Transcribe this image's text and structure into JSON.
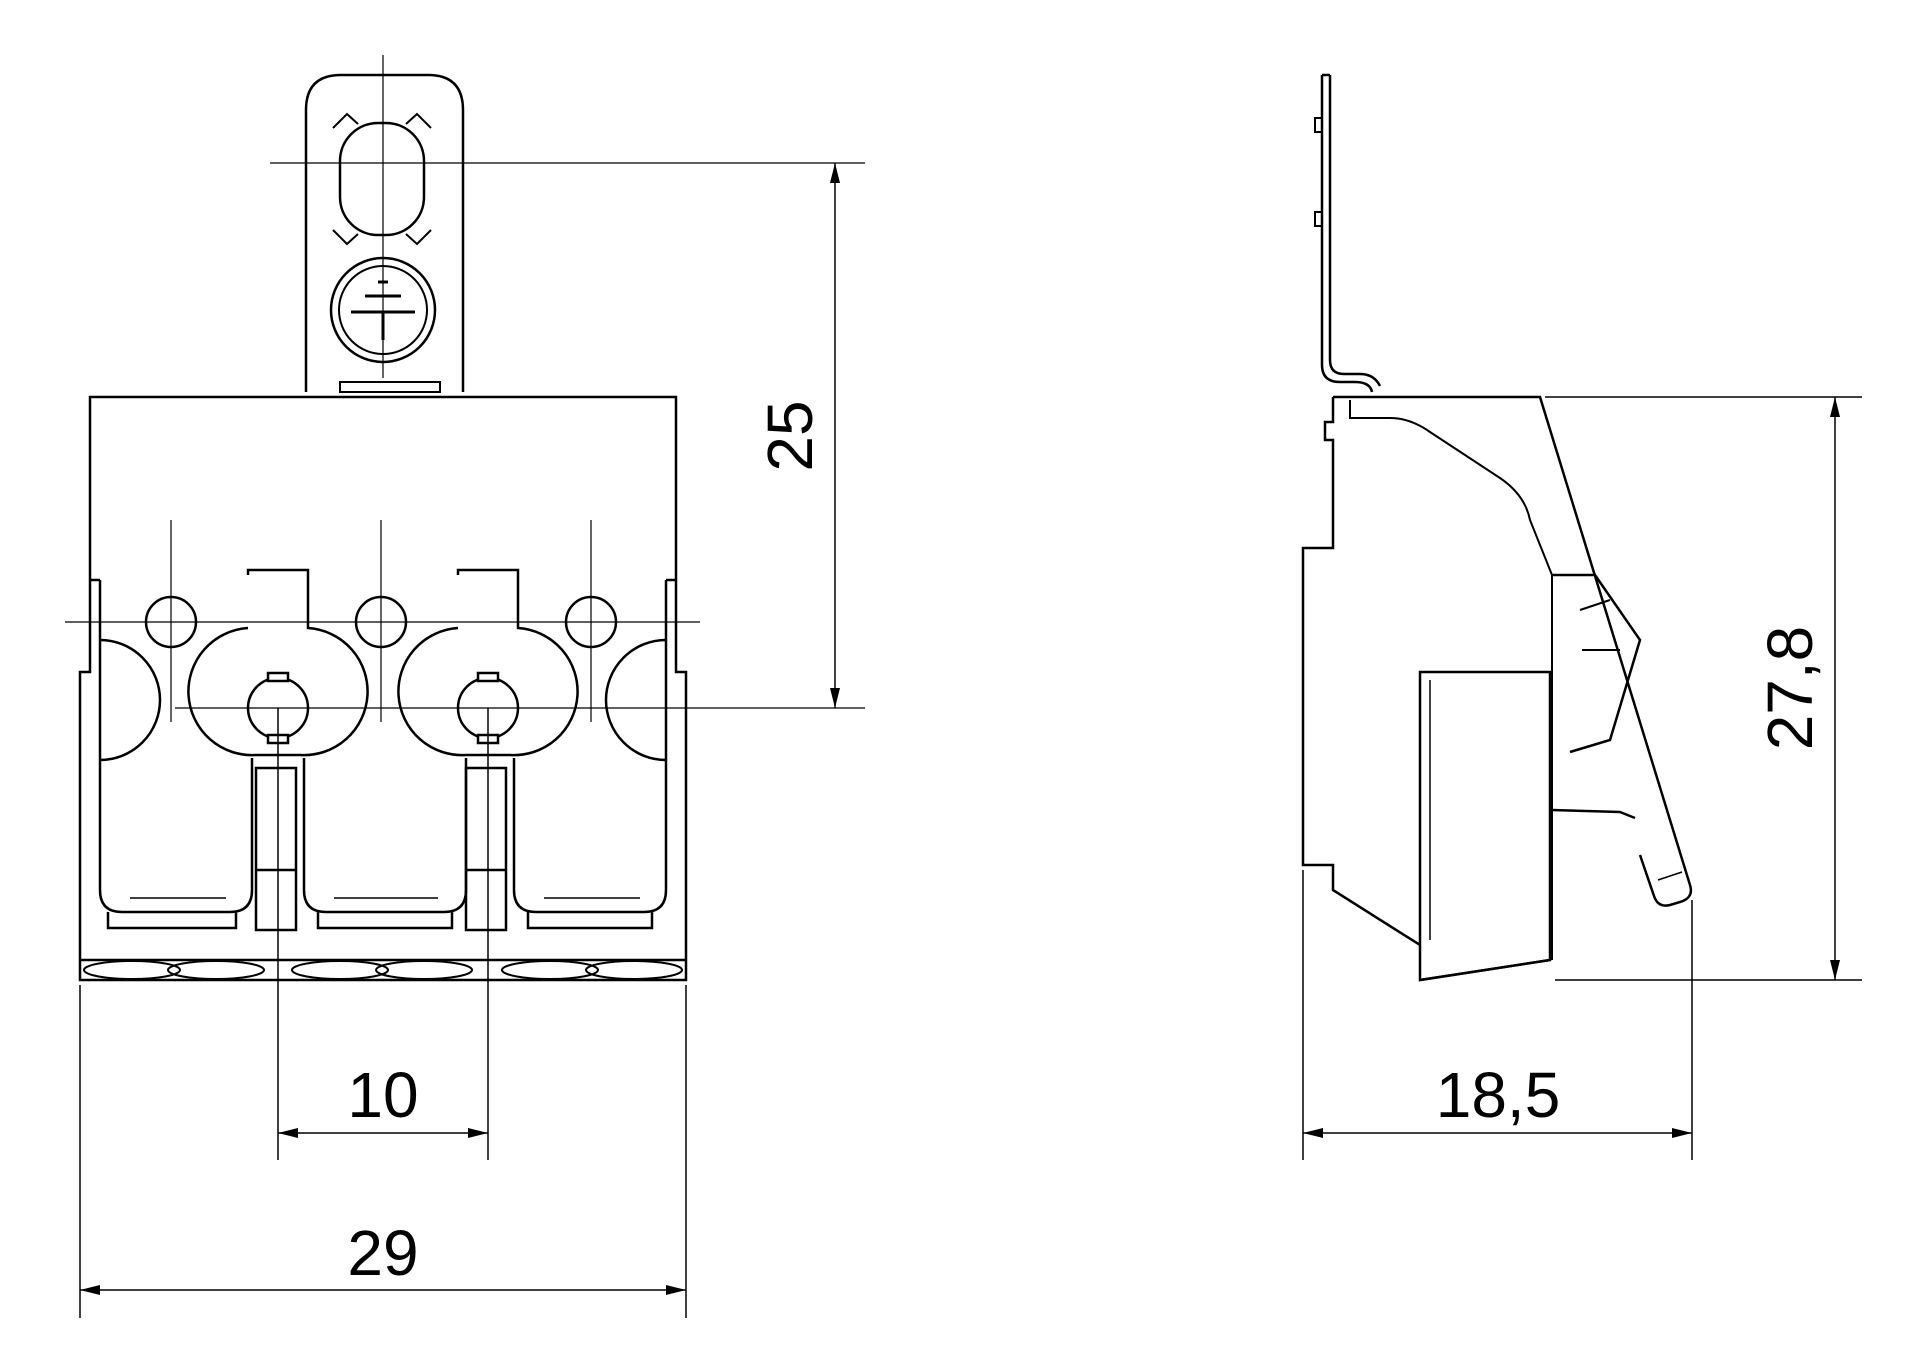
{
  "drawing": {
    "type": "technical-drawing",
    "views": [
      {
        "id": "front-view"
      },
      {
        "id": "side-view"
      }
    ],
    "dimensions": {
      "pitch": "10",
      "overall_width": "29",
      "tab_height": "25",
      "depth": "18,5",
      "overall_height": "27,8"
    },
    "colors": {
      "line": "#000000",
      "background": "#ffffff"
    }
  }
}
